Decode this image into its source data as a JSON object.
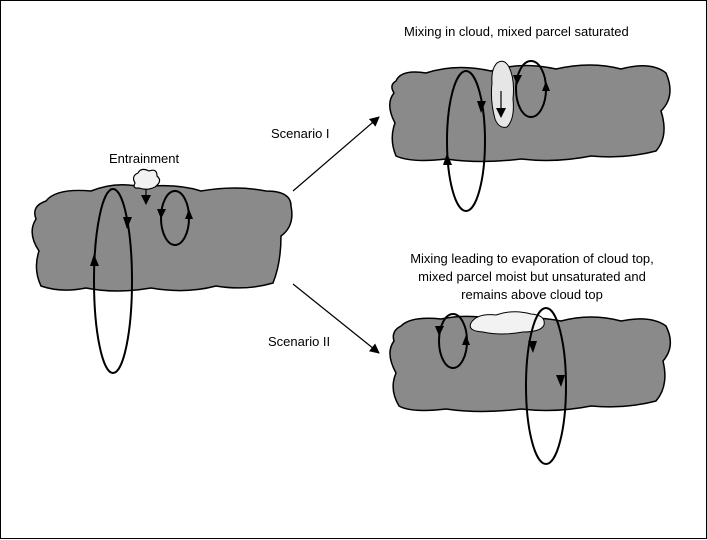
{
  "labels": {
    "entrainment": "Entrainment",
    "scenario_1": "Scenario I",
    "scenario_2": "Scenario II",
    "top_right_caption": "Mixing in cloud, mixed parcel saturated",
    "bottom_right_caption_line1": "Mixing leading to evaporation of cloud top,",
    "bottom_right_caption_line2": "mixed parcel moist but unsaturated and",
    "bottom_right_caption_line3": "remains above cloud top"
  },
  "colors": {
    "cloud_fill": "#8a8a8a",
    "outline": "#000000",
    "puff_fill": "#f2f2f2",
    "background": "#ffffff"
  }
}
